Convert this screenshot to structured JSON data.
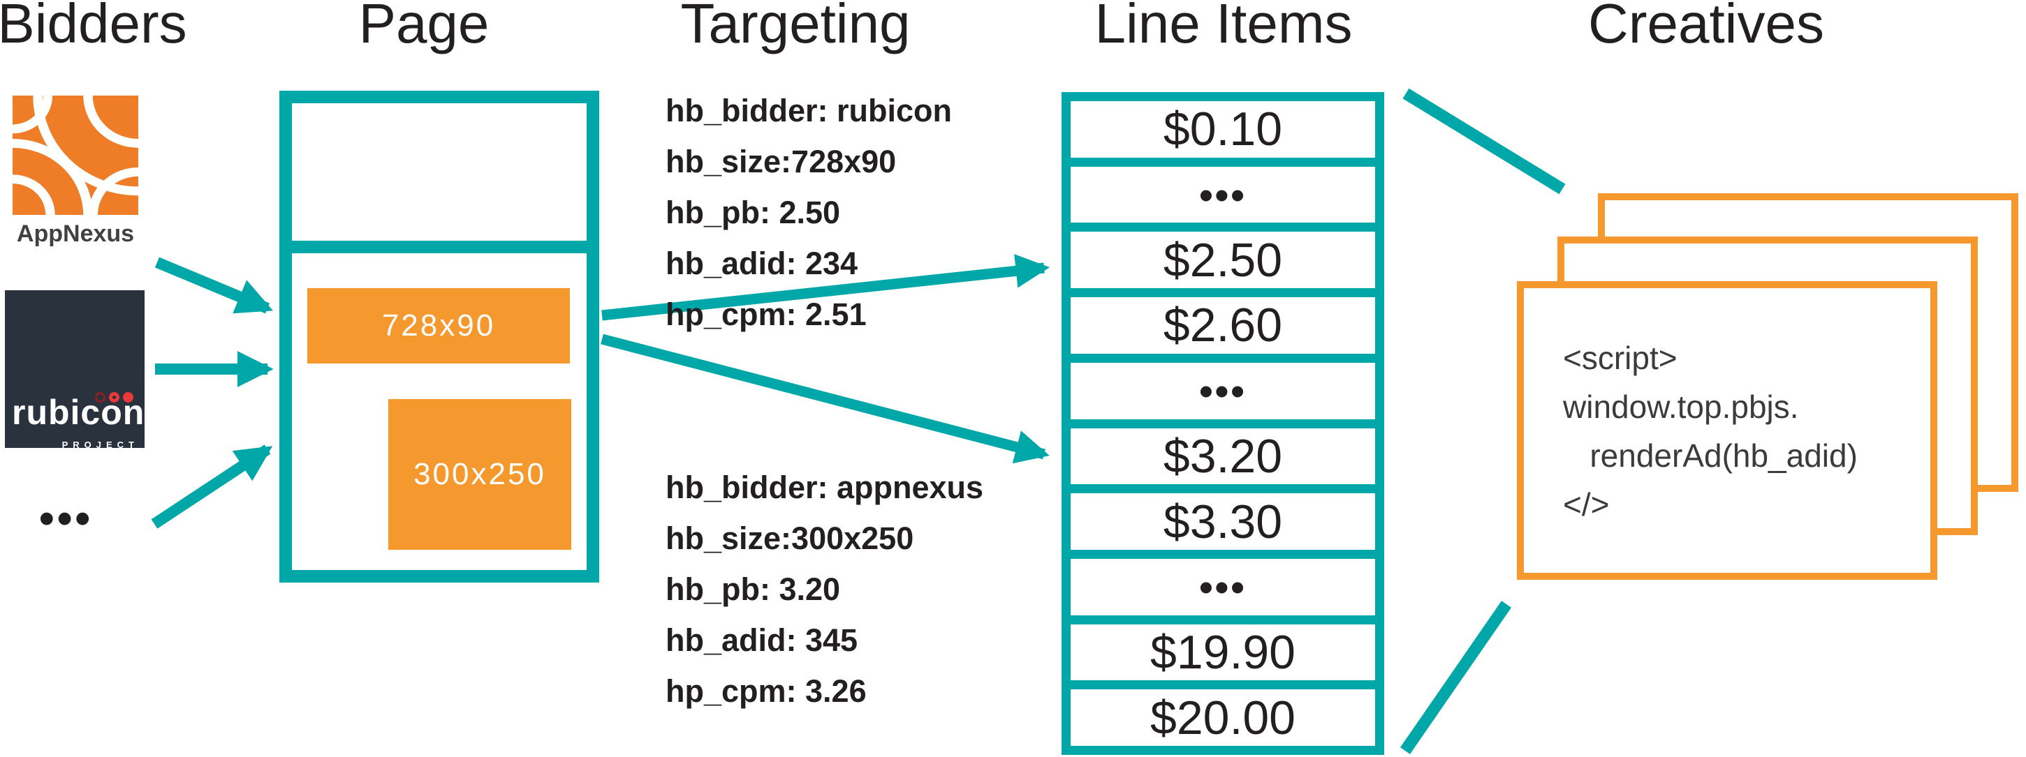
{
  "titles": {
    "bidders": "Bidders",
    "page": "Page",
    "targeting": "Targeting",
    "line_items": "Line Items",
    "creatives": "Creatives"
  },
  "bidders": {
    "appnexus": {
      "label": "AppNexus"
    },
    "rubicon": {
      "wordmark": "rubicon",
      "registered": "®",
      "subtitle": "PROJECT"
    },
    "more": "•••"
  },
  "page": {
    "slots": [
      {
        "label": "728x90"
      },
      {
        "label": "300x250"
      }
    ]
  },
  "targeting": {
    "blocks": [
      {
        "lines": [
          "hb_bidder: rubicon",
          "hb_size:728x90",
          "hb_pb: 2.50",
          "hb_adid: 234",
          "hp_cpm: 2.51"
        ]
      },
      {
        "lines": [
          "hb_bidder: appnexus",
          "hb_size:300x250",
          "hb_pb: 3.20",
          "hb_adid: 345",
          "hp_cpm: 3.26"
        ]
      }
    ]
  },
  "line_items": {
    "rows": [
      "$0.10",
      "•••",
      "$2.50",
      "$2.60",
      "•••",
      "$3.20",
      "$3.30",
      "•••",
      "$19.90",
      "$20.00"
    ]
  },
  "creatives": {
    "code_lines": [
      "<script>",
      "window.top.pbjs.",
      "   renderAd(hb_adid)",
      "</>"
    ]
  },
  "colors": {
    "teal": "#00a7a8",
    "orange": "#f5992e",
    "appnexus_orange": "#ef7d28",
    "rubicon_bg": "#2a323d",
    "rubicon_red": "#e8393d",
    "text": "#231f20",
    "code_text": "#3b3b3d"
  }
}
